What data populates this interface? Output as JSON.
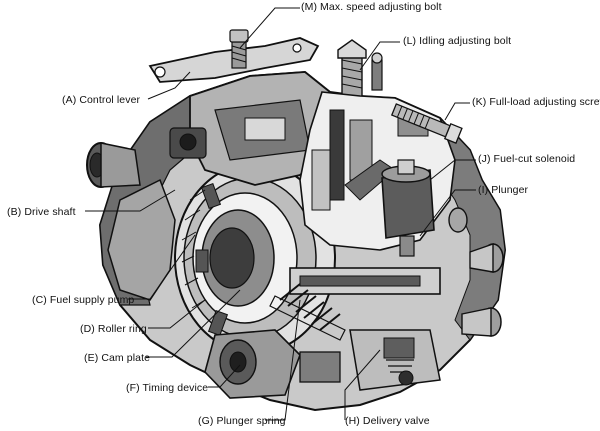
{
  "labels": {
    "m": "(M) Max. speed adjusting bolt",
    "l": "(L) Idling adjusting bolt",
    "a": "(A) Control lever",
    "k": "(K) Full-load adjusting screw",
    "j": "(J) Fuel-cut solenoid",
    "i": "(I) Plunger",
    "b": "(B) Drive shaft",
    "c": "(C) Fuel supply pump",
    "d": "(D) Roller ring",
    "e": "(E) Cam plate",
    "f": "(F) Timing device",
    "g": "(G) Plunger spring",
    "h": "(H) Delivery valve"
  },
  "colors": {
    "ink": "#111111",
    "shade": "#3a3a3a",
    "mid": "#8a8a8a",
    "light": "#d4d4d4",
    "paper": "#ffffff"
  }
}
